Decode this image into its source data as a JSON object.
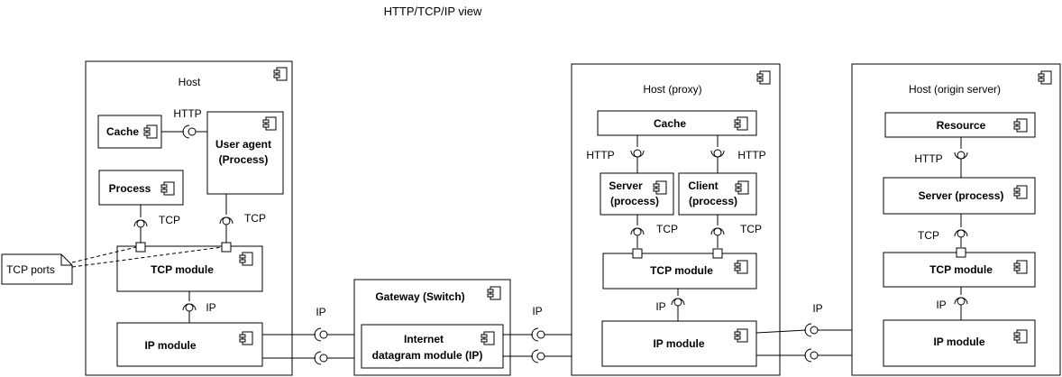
{
  "title": "HTTP/TCP/IP view",
  "note": {
    "text": "TCP ports"
  },
  "host1": {
    "label": "Host",
    "cache": "Cache",
    "user_agent_line1": "User agent",
    "user_agent_line2": "(Process)",
    "process": "Process",
    "tcp_module": "TCP module",
    "ip_module": "IP module",
    "http_label": "HTTP",
    "tcp_label_1": "TCP",
    "tcp_label_2": "TCP",
    "ip_label": "IP"
  },
  "gateway": {
    "label": "Gateway (Switch)",
    "module_line1": "Internet",
    "module_line2": "datagram module (IP)",
    "ip_left": "IP",
    "ip_right": "IP"
  },
  "proxy": {
    "label": "Host (proxy)",
    "cache": "Cache",
    "server_line1": "Server",
    "server_line2": "(process)",
    "client_line1": "Client",
    "client_line2": "(process)",
    "tcp_module": "TCP module",
    "ip_module": "IP module",
    "http_left": "HTTP",
    "http_right": "HTTP",
    "tcp_left": "TCP",
    "tcp_right": "TCP",
    "ip_label": "IP",
    "ip_right_link": "IP"
  },
  "origin": {
    "label": "Host (origin server)",
    "resource": "Resource",
    "server": "Server (process)",
    "tcp_module": "TCP module",
    "ip_module": "IP module",
    "http_label": "HTTP",
    "tcp_label": "TCP",
    "ip_label": "IP"
  },
  "icons": {
    "component": "uml-component-icon",
    "provided": "lollipop-provided-interface-icon",
    "required": "socket-required-interface-icon",
    "port": "port-square-icon"
  }
}
